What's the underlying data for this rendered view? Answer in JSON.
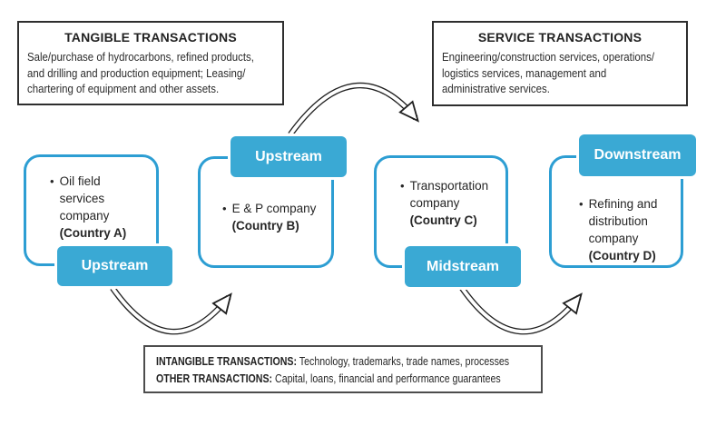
{
  "bullet_glyph": "•",
  "colors": {
    "segment_blue": "#3aa9d4",
    "card_border_blue": "#2d9ed3",
    "arrow_black": "#1f1f1f",
    "info_box_border": "#2e2e2e",
    "bottom_box_border": "#4d4d4d"
  },
  "tangible_box": {
    "title": "TANGIBLE TRANSACTIONS",
    "body": "Sale/purchase of hydrocarbons, refined products,\nand drilling and production equipment; Leasing/\nchartering of equipment and other assets."
  },
  "service_box": {
    "title": "SERVICE TRANSACTIONS",
    "body": "Engineering/construction services, operations/\nlogistics services, management and\nadministrative services."
  },
  "bottom_box": {
    "line1_label": "INTANGIBLE TRANSACTIONS:",
    "line1_text": "Technology, trademarks, trade names, processes",
    "line2_label": "OTHER TRANSACTIONS:",
    "line2_text": "Capital, loans, financial and performance guarantees"
  },
  "companies": [
    {
      "name": "Oil field\nservices\ncompany",
      "country": "(Country A)",
      "segment": "Upstream"
    },
    {
      "name": "E & P company",
      "country": "(Country B)",
      "segment": "Upstream"
    },
    {
      "name": "Transportation\ncompany",
      "country": "(Country C)",
      "segment": "Midstream"
    },
    {
      "name": "Refining and\ndistribution\ncompany",
      "country": "(Country D)",
      "segment": "Downstream"
    }
  ]
}
